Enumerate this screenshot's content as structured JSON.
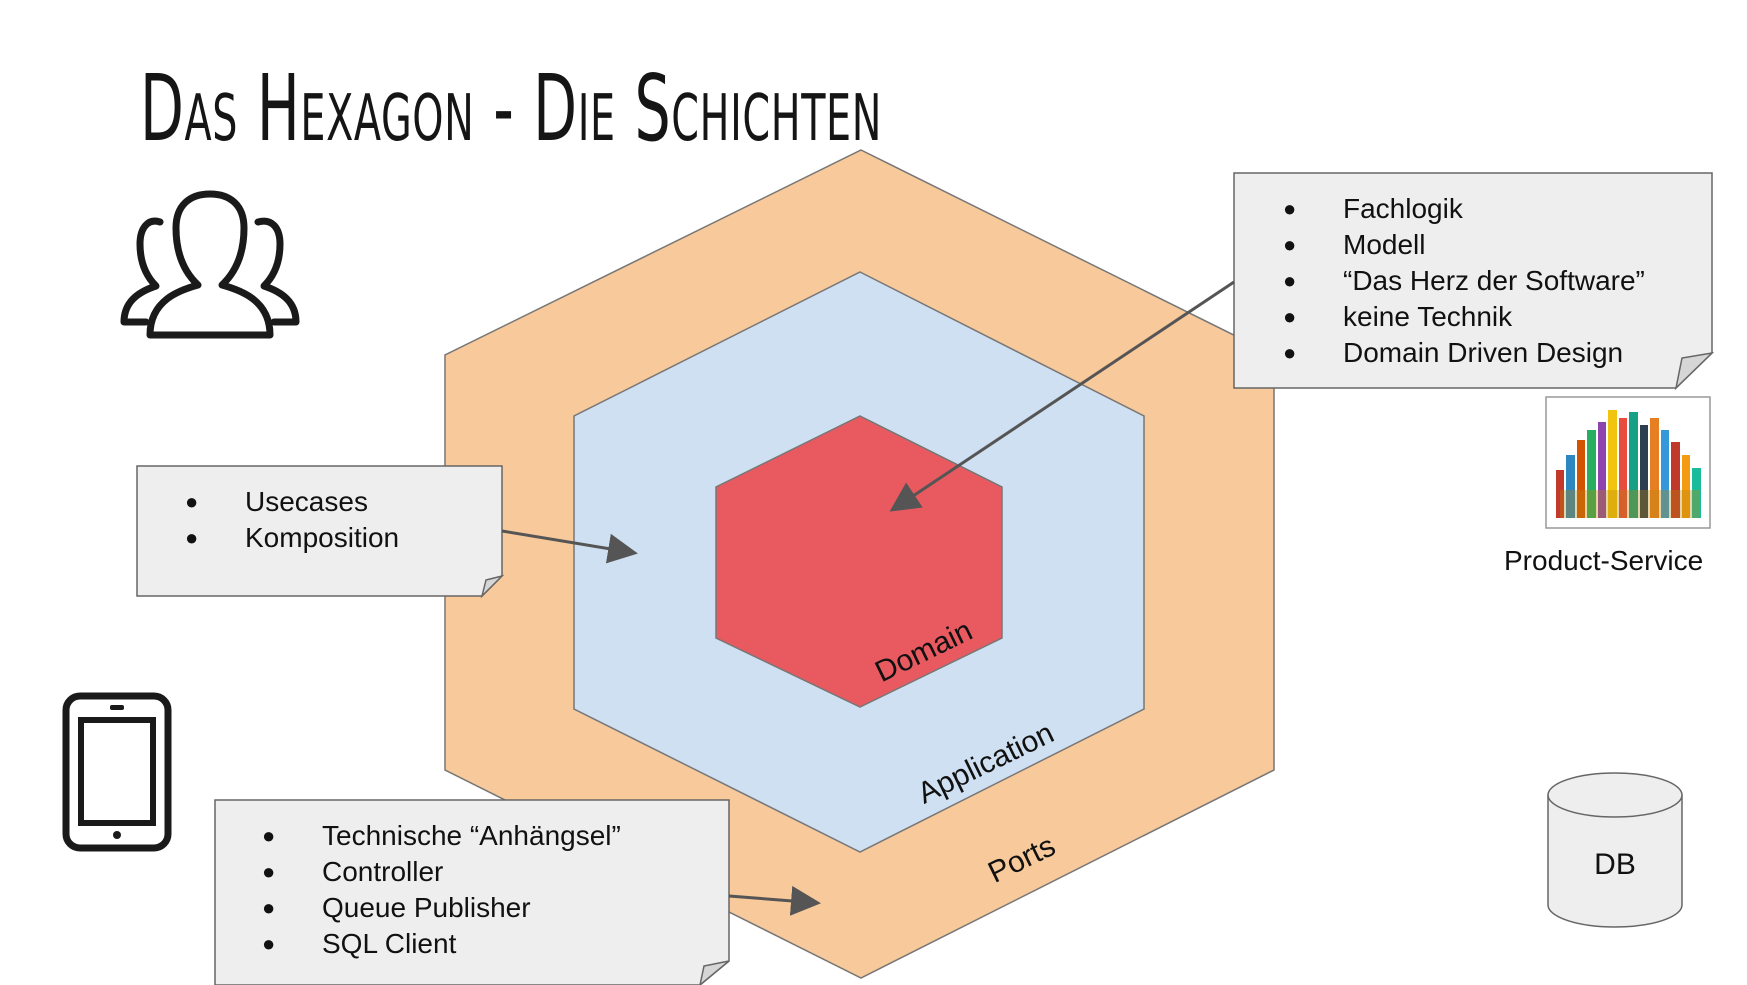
{
  "title": "Das Hexagon - Die Schichten",
  "layers": {
    "outer_label": "Ports",
    "middle_label": "Application",
    "inner_label": "Domain"
  },
  "notes": {
    "domain": [
      "Fachlogik",
      "Modell",
      "“Das Herz der Software”",
      "keine Technik",
      "Domain Driven Design"
    ],
    "application": [
      "Usecases",
      "Komposition"
    ],
    "ports": [
      "Technische “Anhängsel”",
      "Controller",
      "Queue Publisher",
      "SQL Client"
    ]
  },
  "external": {
    "product_service_label": "Product-Service",
    "db_label": "DB"
  },
  "icons": {
    "users": "users-icon",
    "tablet": "tablet-icon",
    "products": "products-image",
    "database": "database-icon"
  },
  "colors": {
    "outer_hex": "#f8c99a",
    "middle_hex": "#cfe0f2",
    "inner_hex": "#e85a60",
    "note_bg": "#eeeeee",
    "stroke": "#666666"
  }
}
